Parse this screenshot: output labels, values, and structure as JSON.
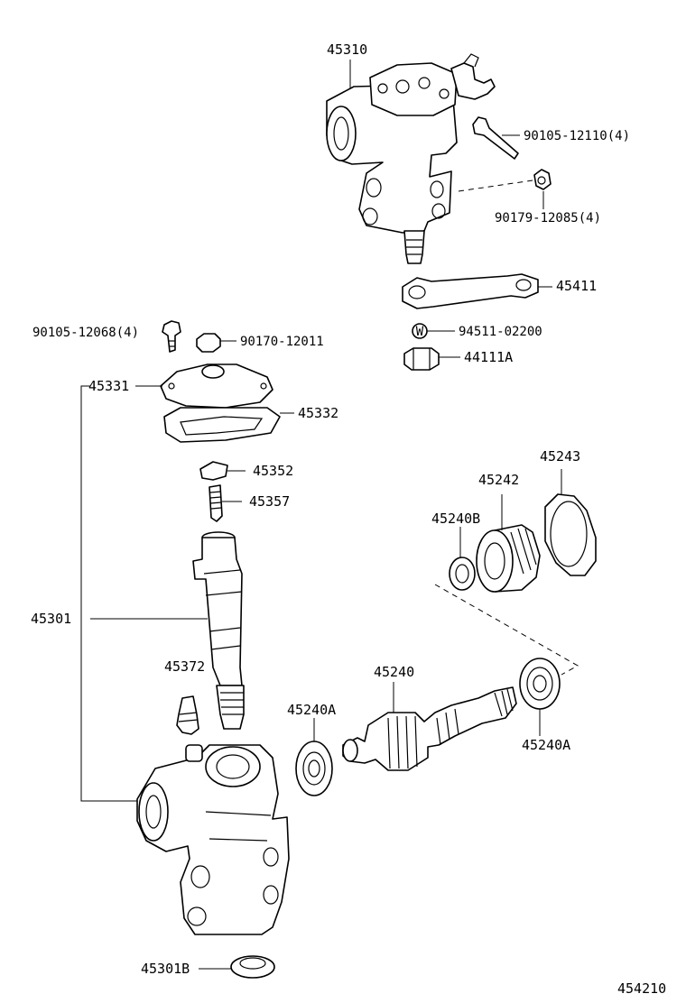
{
  "diagram_number": "454210",
  "parts": {
    "gear_assembly": "45310",
    "bolt_upper": "90105-12110(4)",
    "nut_upper": "90179-12085(4)",
    "pitman_arm": "45411",
    "washer": "94511-02200",
    "washer_mark": "W",
    "arm_nut": "44111A",
    "cover_bolt": "90105-12068(4)",
    "cover_nut": "90170-12011",
    "side_cover": "45331",
    "cover_gasket": "45332",
    "adjust_plate": "45352",
    "adjust_screw": "45357",
    "housing_assembly": "45301",
    "bleeder_plug": "45372",
    "bearing_seal_b": "45240B",
    "seal_ring": "45242",
    "lock_nut": "45243",
    "valve_assembly": "45240",
    "bearing_left": "45240A",
    "bearing_right": "45240A",
    "oil_seal": "45301B"
  }
}
